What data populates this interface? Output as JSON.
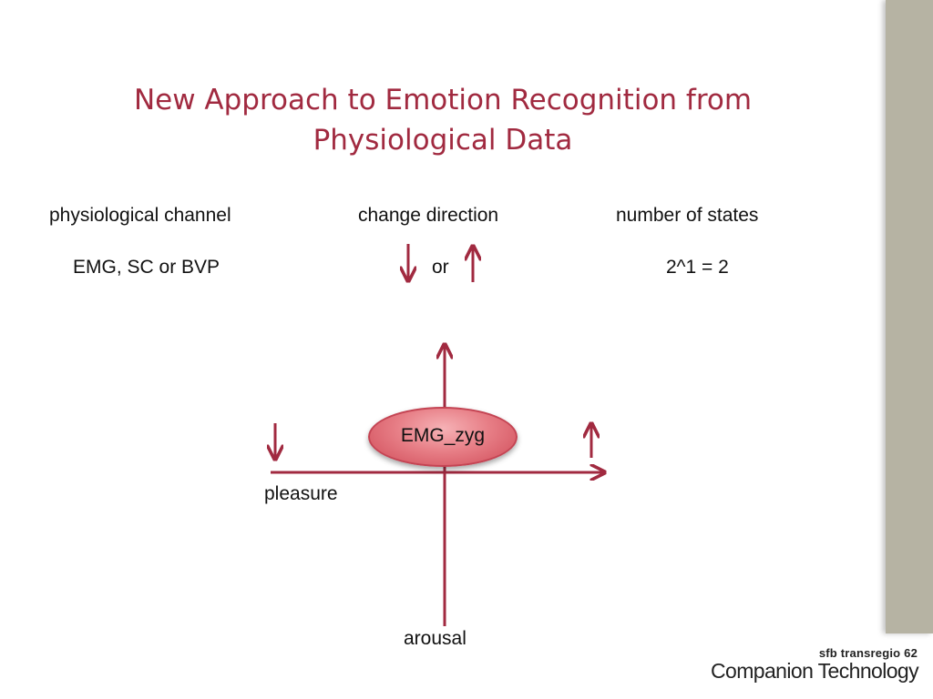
{
  "slide": {
    "title_line1": "New Approach to Emotion Recognition from",
    "title_line2": "Physiological Data",
    "columns": {
      "channel_header": "physiological channel",
      "direction_header": "change direction",
      "states_header": "number of states",
      "channel_value": "EMG, SC or BVP",
      "direction_or": "or",
      "states_value": "2^1 = 2"
    },
    "diagram": {
      "node_label": "EMG_zyg",
      "horizontal_axis_label": "pleasure",
      "vertical_axis_label": "arousal"
    },
    "footer": {
      "line1": "sfb transregio 62",
      "line2": "Companion Technology"
    }
  },
  "colors": {
    "accent": "#a12a40",
    "side_bar": "#b6b3a3",
    "node_fill": "#e77e86"
  },
  "icons": [
    "arrow-down-icon",
    "arrow-up-icon"
  ]
}
